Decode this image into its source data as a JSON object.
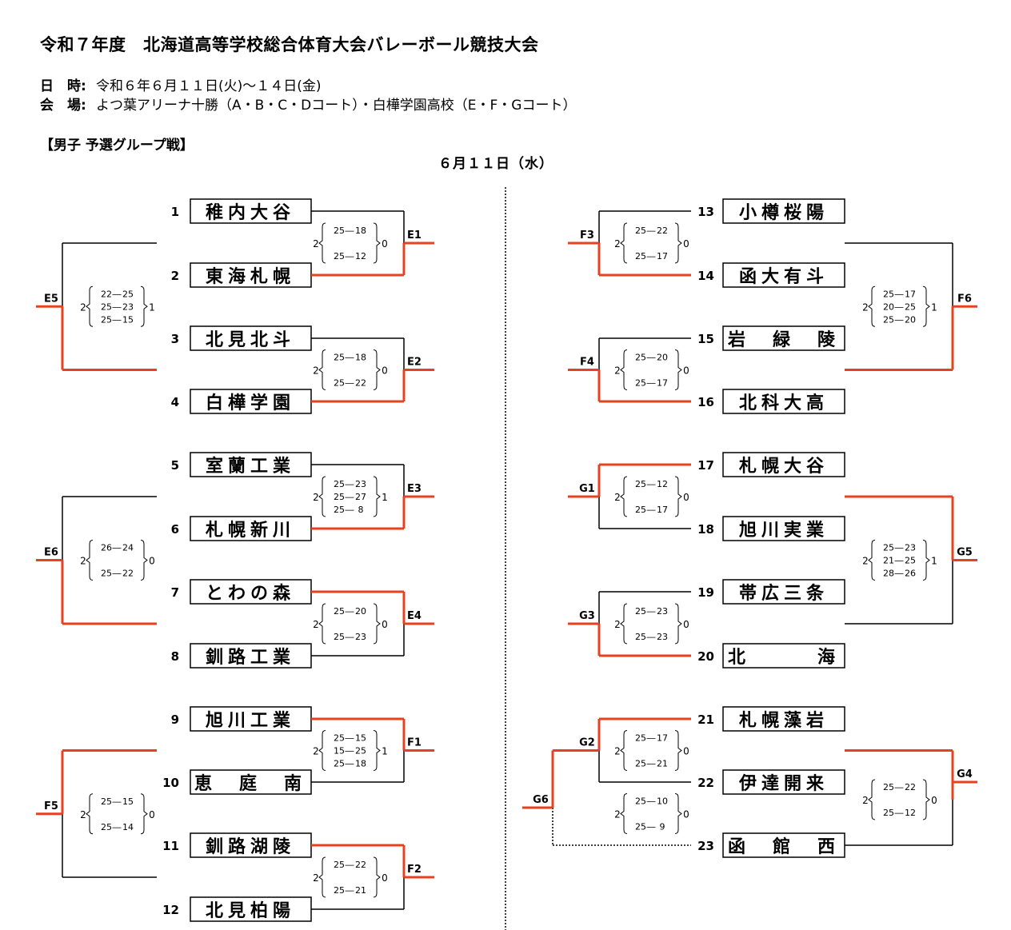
{
  "title": "令和７年度　北海道高等学校総合体育大会バレーボール競技大会",
  "date_label": "日　時:",
  "date_value": "令和６年６月１１日(火)～１４日(金)",
  "venue_label": "会　場:",
  "venue_value": "よつ葉アリーナ十勝（A・B・C・Dコート）・白樺学園高校（E・F・Gコート）",
  "section": "【男子 予選グループ戦】",
  "day": "６月１１日（水）",
  "teams": [
    {
      "no": "1",
      "name": "稚内大谷"
    },
    {
      "no": "2",
      "name": "東海札幌"
    },
    {
      "no": "3",
      "name": "北見北斗"
    },
    {
      "no": "4",
      "name": "白樺学園"
    },
    {
      "no": "5",
      "name": "室蘭工業"
    },
    {
      "no": "6",
      "name": "札幌新川"
    },
    {
      "no": "7",
      "name": "とわの森"
    },
    {
      "no": "8",
      "name": "釧路工業"
    },
    {
      "no": "9",
      "name": "旭川工業"
    },
    {
      "no": "10",
      "name": "恵　庭　南"
    },
    {
      "no": "11",
      "name": "釧路湖陵"
    },
    {
      "no": "12",
      "name": "北見柏陽"
    },
    {
      "no": "13",
      "name": "小樽桜陽"
    },
    {
      "no": "14",
      "name": "函大有斗"
    },
    {
      "no": "15",
      "name": "岩　緑　陵"
    },
    {
      "no": "16",
      "name": "北科大高"
    },
    {
      "no": "17",
      "name": "札幌大谷"
    },
    {
      "no": "18",
      "name": "旭川実業"
    },
    {
      "no": "19",
      "name": "帯広三条"
    },
    {
      "no": "20",
      "name": "北　　　海"
    },
    {
      "no": "21",
      "name": "札幌藻岩"
    },
    {
      "no": "22",
      "name": "伊達開来"
    },
    {
      "no": "23",
      "name": "函　館　西"
    }
  ],
  "matches": [
    {
      "id": "E1",
      "left_sets": "2",
      "right_sets": "0",
      "scores": [
        [
          "25",
          "18"
        ],
        [
          "25",
          "12"
        ]
      ]
    },
    {
      "id": "E2",
      "left_sets": "2",
      "right_sets": "0",
      "scores": [
        [
          "25",
          "18"
        ],
        [
          "25",
          "22"
        ]
      ]
    },
    {
      "id": "E3",
      "left_sets": "2",
      "right_sets": "1",
      "scores": [
        [
          "25",
          "23"
        ],
        [
          "25",
          "27"
        ],
        [
          "25",
          "8"
        ]
      ]
    },
    {
      "id": "E4",
      "left_sets": "2",
      "right_sets": "0",
      "scores": [
        [
          "25",
          "20"
        ],
        [
          "25",
          "23"
        ]
      ]
    },
    {
      "id": "F1",
      "left_sets": "2",
      "right_sets": "1",
      "scores": [
        [
          "25",
          "15"
        ],
        [
          "15",
          "25"
        ],
        [
          "25",
          "18"
        ]
      ]
    },
    {
      "id": "F2",
      "left_sets": "2",
      "right_sets": "0",
      "scores": [
        [
          "25",
          "22"
        ],
        [
          "25",
          "21"
        ]
      ]
    },
    {
      "id": "E5",
      "left_sets": "2",
      "right_sets": "1",
      "scores": [
        [
          "22",
          "25"
        ],
        [
          "25",
          "23"
        ],
        [
          "25",
          "15"
        ]
      ]
    },
    {
      "id": "E6",
      "left_sets": "2",
      "right_sets": "0",
      "scores": [
        [
          "26",
          "24"
        ],
        [
          "25",
          "22"
        ]
      ]
    },
    {
      "id": "F5",
      "left_sets": "2",
      "right_sets": "0",
      "scores": [
        [
          "25",
          "15"
        ],
        [
          "25",
          "14"
        ]
      ]
    },
    {
      "id": "F3",
      "left_sets": "2",
      "right_sets": "0",
      "scores": [
        [
          "25",
          "22"
        ],
        [
          "25",
          "17"
        ]
      ]
    },
    {
      "id": "F4",
      "left_sets": "2",
      "right_sets": "0",
      "scores": [
        [
          "25",
          "20"
        ],
        [
          "25",
          "17"
        ]
      ]
    },
    {
      "id": "G1",
      "left_sets": "2",
      "right_sets": "0",
      "scores": [
        [
          "25",
          "12"
        ],
        [
          "25",
          "17"
        ]
      ]
    },
    {
      "id": "G3",
      "left_sets": "2",
      "right_sets": "0",
      "scores": [
        [
          "25",
          "23"
        ],
        [
          "25",
          "23"
        ]
      ]
    },
    {
      "id": "G2",
      "left_sets": "2",
      "right_sets": "0",
      "scores": [
        [
          "25",
          "17"
        ],
        [
          "25",
          "21"
        ]
      ]
    },
    {
      "id": "G6",
      "left_sets": "2",
      "right_sets": "0",
      "scores": [
        [
          "25",
          "10"
        ],
        [
          "25",
          "9"
        ]
      ]
    },
    {
      "id": "F6",
      "left_sets": "2",
      "right_sets": "1",
      "scores": [
        [
          "25",
          "17"
        ],
        [
          "20",
          "25"
        ],
        [
          "25",
          "20"
        ]
      ]
    },
    {
      "id": "G5",
      "left_sets": "2",
      "right_sets": "1",
      "scores": [
        [
          "25",
          "23"
        ],
        [
          "21",
          "25"
        ],
        [
          "28",
          "26"
        ]
      ]
    },
    {
      "id": "G4",
      "left_sets": "2",
      "right_sets": "0",
      "scores": [
        [
          "25",
          "22"
        ],
        [
          "25",
          "12"
        ]
      ]
    }
  ],
  "colors": {
    "win_line": "#e8411f",
    "line": "#000000"
  }
}
